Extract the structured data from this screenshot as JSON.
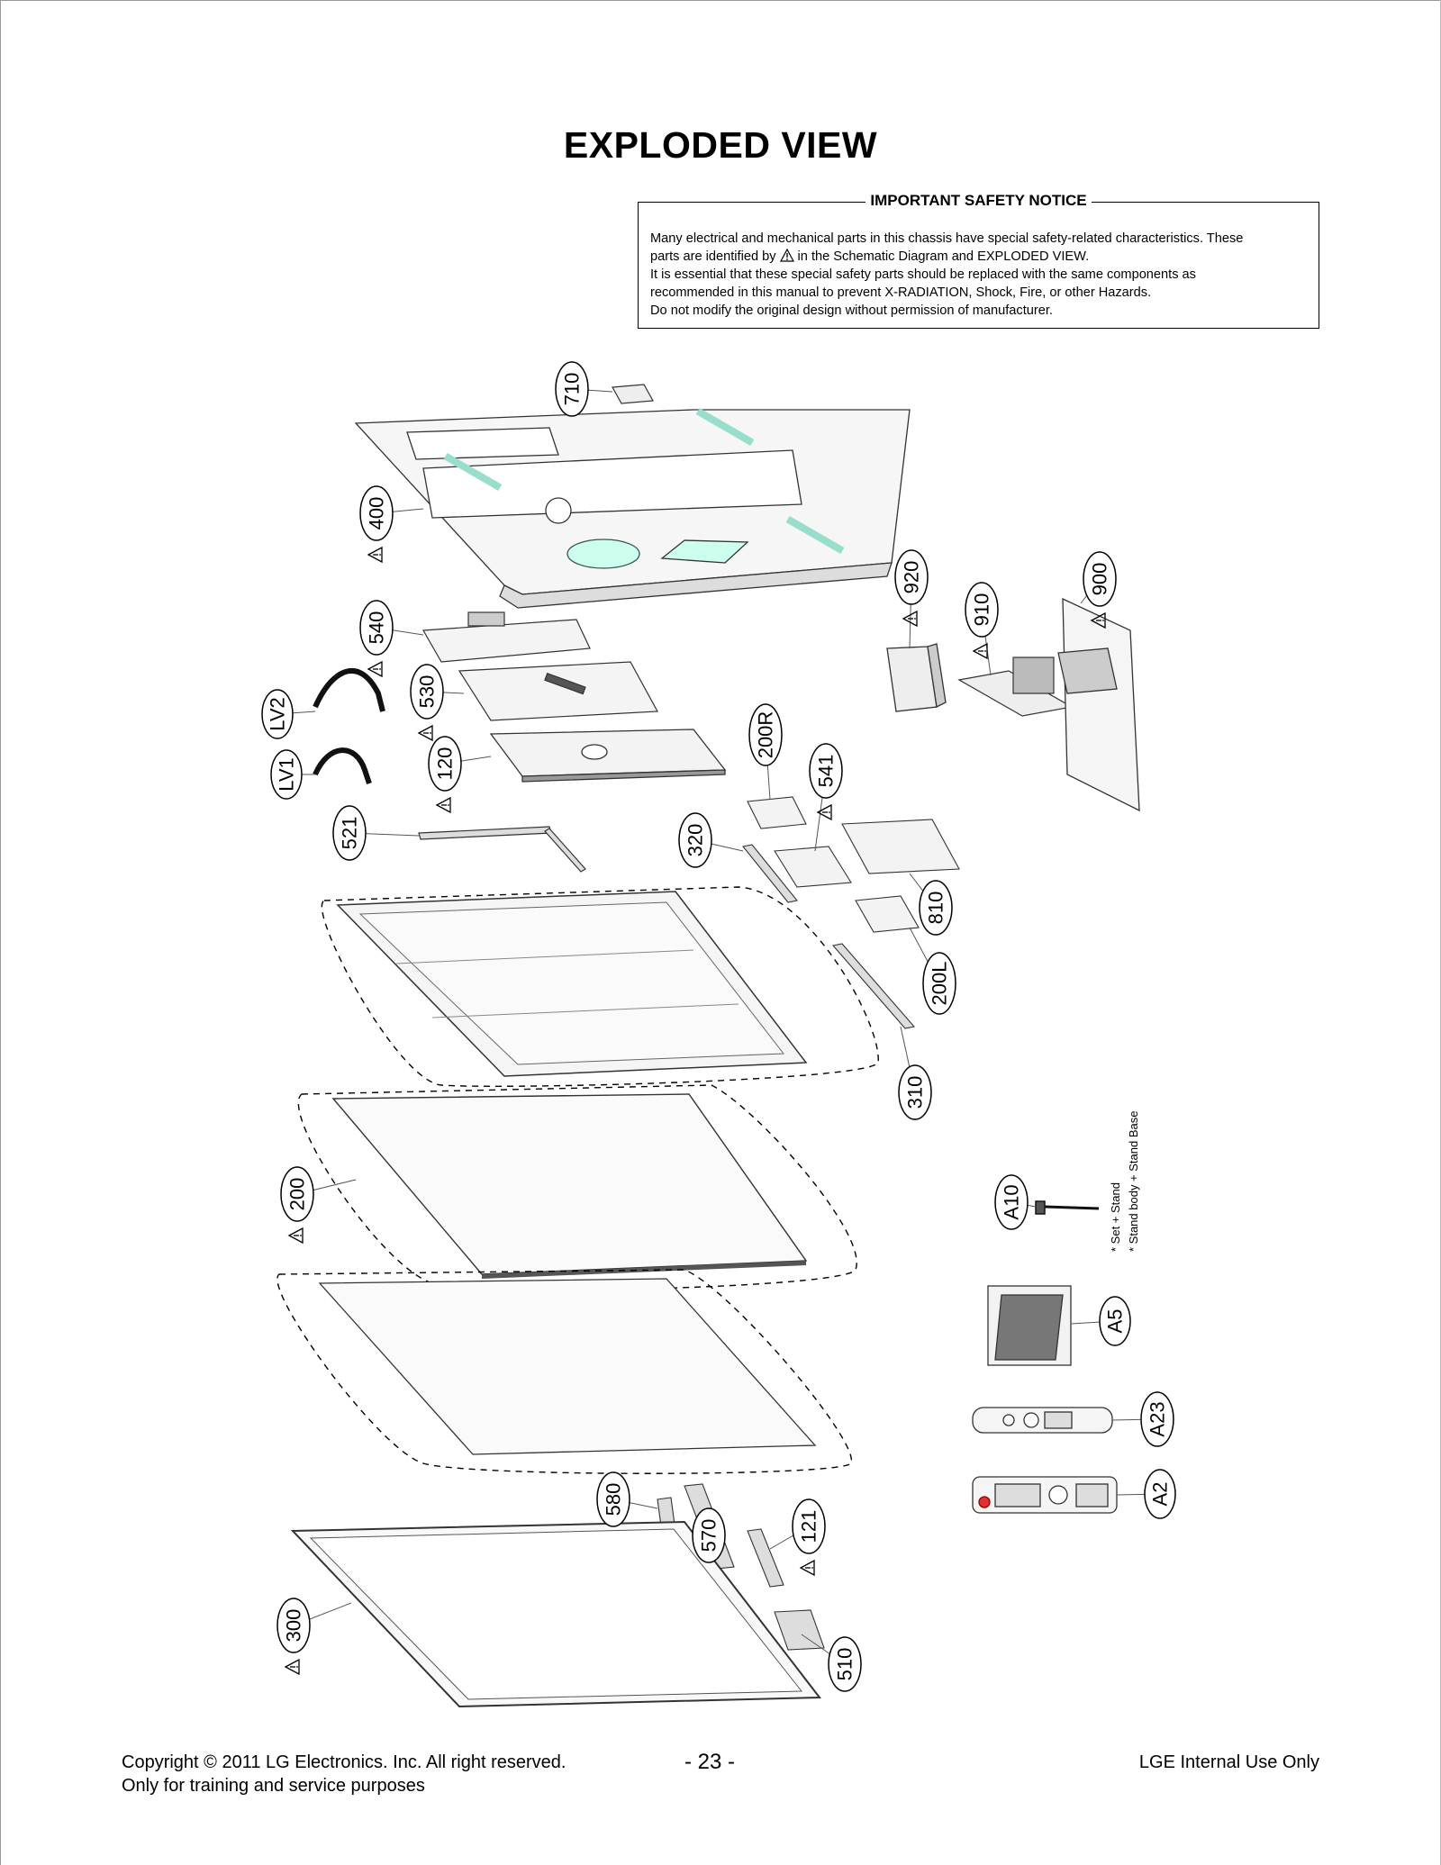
{
  "page": {
    "title": "EXPLODED VIEW"
  },
  "notice": {
    "title": "IMPORTANT SAFETY NOTICE",
    "line1": "Many electrical and mechanical parts in this chassis have special safety-related characteristics. These",
    "line2_before": "parts are identified by",
    "line2_after": "in the Schematic Diagram and EXPLODED VIEW.",
    "line3": "It is essential that these special safety parts should be replaced with the same components as",
    "line4": "recommended in this manual to prevent X-RADIATION, Shock, Fire, or other Hazards.",
    "line5": "Do not modify the original design without permission of manufacturer."
  },
  "parts": {
    "p710": "710",
    "p400": "400",
    "p540": "540",
    "p530": "530",
    "pLV2": "LV2",
    "pLV1": "LV1",
    "p120": "120",
    "p521": "521",
    "p920": "920",
    "p910": "910",
    "p900": "900",
    "p200R": "200R",
    "p541": "541",
    "p320": "320",
    "p810": "810",
    "p200L": "200L",
    "p310": "310",
    "p200": "200",
    "pA10": "A10",
    "pA5": "A5",
    "pA23": "A23",
    "pA2": "A2",
    "p580": "580",
    "p570": "570",
    "p121": "121",
    "p300": "300",
    "p510": "510"
  },
  "stand_note": {
    "line1": "* Set + Stand",
    "line2": "* Stand body + Stand Base"
  },
  "footer": {
    "copyright_line1": "Copyright  © 2011  LG Electronics. Inc. All right reserved.",
    "copyright_line2": "Only for training and service purposes",
    "page_number": "- 23 -",
    "internal": "LGE Internal Use Only"
  }
}
